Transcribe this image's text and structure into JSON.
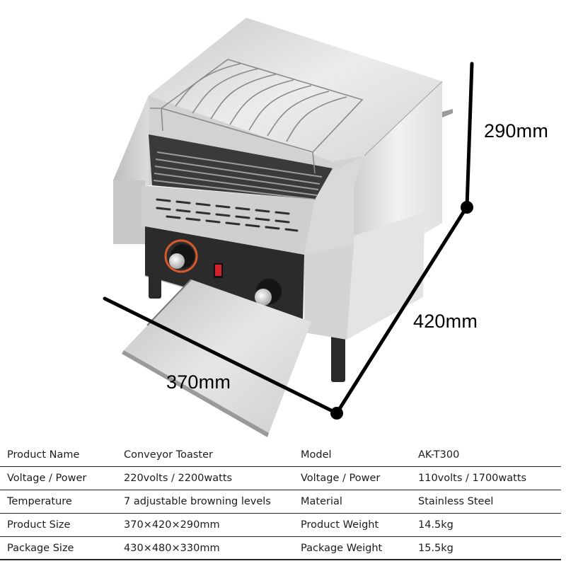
{
  "product_image": {
    "subject": "Conveyor toaster, stainless steel",
    "controls": {
      "left_knob": "temperature-knob",
      "switch": "power-switch-red",
      "right_knob": "speed-knob"
    }
  },
  "dimensions": {
    "height": "290mm",
    "depth": "420mm",
    "width": "370mm"
  },
  "specs": {
    "rows": [
      {
        "label_left": "Product Name",
        "value_left": "Conveyor Toaster",
        "label_right": "Model",
        "value_right": "AK-T300"
      },
      {
        "label_left": "Voltage / Power",
        "value_left": "220volts / 2200watts",
        "label_right": "Voltage / Power",
        "value_right": "110volts / 1700watts"
      },
      {
        "label_left": "Temperature",
        "value_left": "7 adjustable browning levels",
        "label_right": "Material",
        "value_right": "Stainless Steel"
      },
      {
        "label_left": "Product Size",
        "value_left": "370×420×290mm",
        "label_right": "Product Weight",
        "value_right": "14.5kg"
      },
      {
        "label_left": "Package Size",
        "value_left": "430×480×330mm",
        "label_right": "Package Weight",
        "value_right": "15.5kg"
      }
    ]
  },
  "colors": {
    "line": "#000000",
    "steel_light": "#e9e9e9",
    "steel_mid": "#c4c4c4",
    "steel_dark": "#8e8e8e",
    "panel": "#2b2b2b",
    "switch": "#d0232b",
    "knob_ring": "#d85a2a"
  }
}
